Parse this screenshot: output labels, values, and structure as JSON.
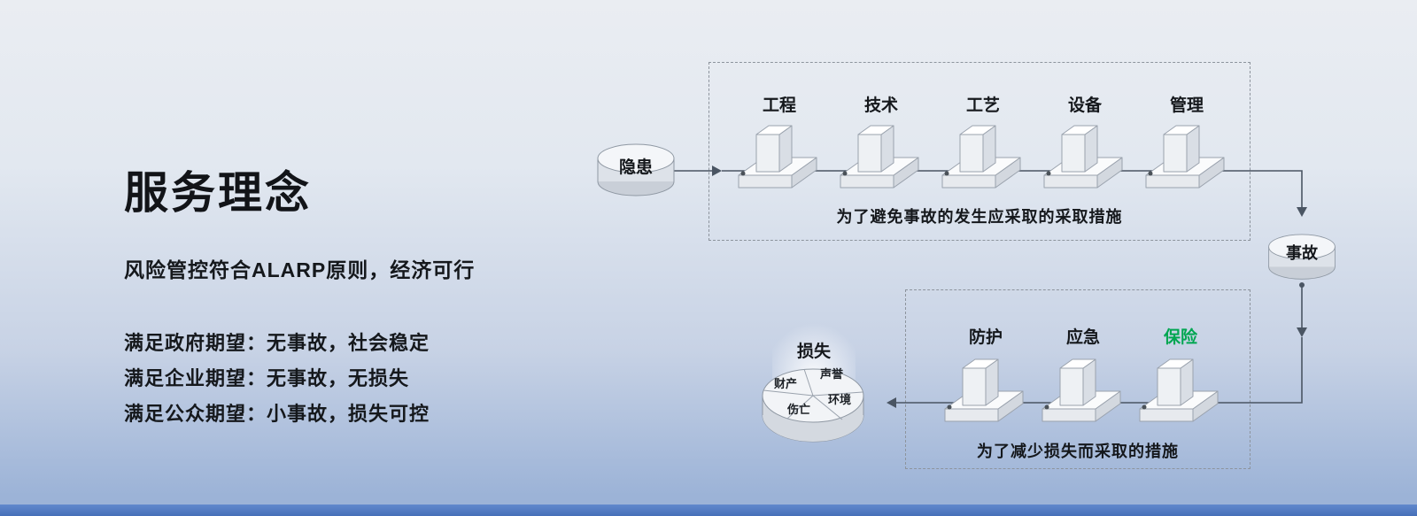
{
  "left_panel": {
    "title": "服务理念",
    "subtitle": "风险管控符合ALARP原则，经济可行",
    "expectations": [
      "满足政府期望：无事故，社会稳定",
      "满足企业期望：无事故，无损失",
      "满足公众期望：小事故，损失可控"
    ]
  },
  "diagram": {
    "hazard": {
      "label": "隐患"
    },
    "accident": {
      "label": "事故"
    },
    "loss": {
      "label": "损失",
      "slices": [
        "财产",
        "声誉",
        "伤亡",
        "环境"
      ]
    },
    "prevention_box": {
      "barriers": [
        "工程",
        "技术",
        "工艺",
        "设备",
        "管理"
      ],
      "caption": "为了避免事故的发生应采取的采取措施"
    },
    "mitigation_box": {
      "barriers": [
        "防护",
        "应急",
        "保险"
      ],
      "caption": "为了减少损失而采取的措施"
    },
    "colors": {
      "insurance_green": "#00a651",
      "background_top": "#eaedf2",
      "background_bottom": "#9cb3d7",
      "bottom_bar_blue": "#4d79c3",
      "connector_gray": "#4a5563"
    }
  }
}
